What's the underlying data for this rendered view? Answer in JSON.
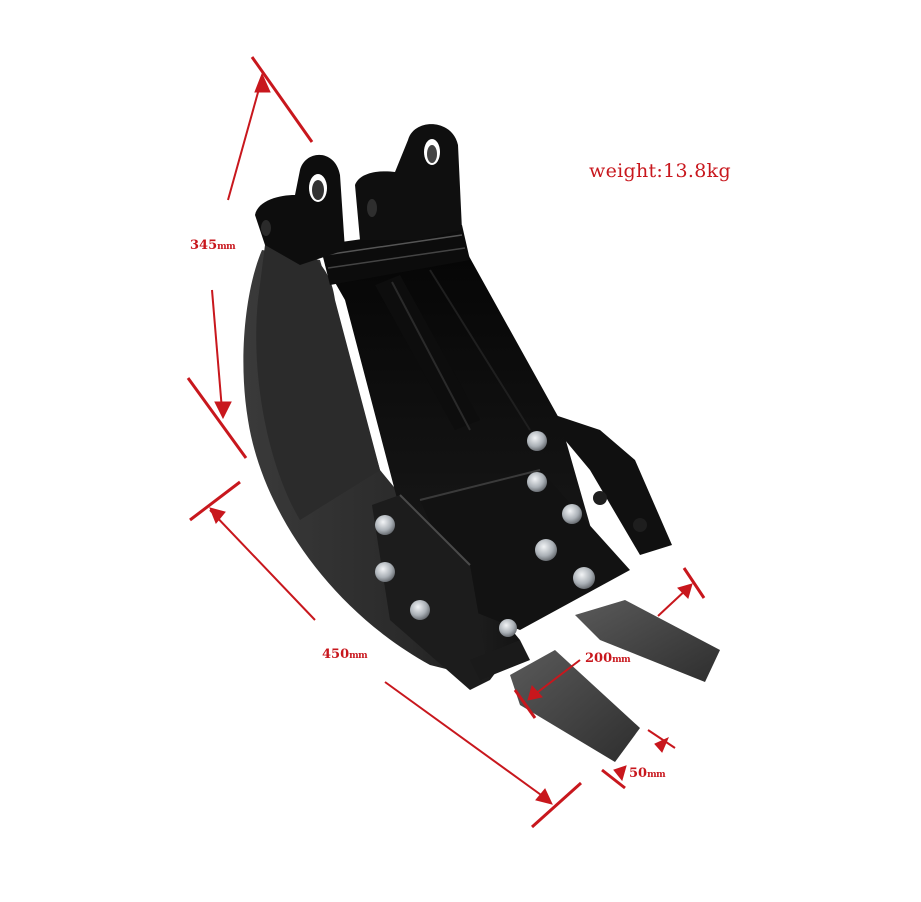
{
  "image": {
    "subject": "mini excavator digging bucket with two teeth",
    "background_color": "#ffffff",
    "accent_color": "#c8171d"
  },
  "annotations": {
    "weight": "weight:13.8kg",
    "height_value": "345",
    "height_unit": "mm",
    "length_value": "450",
    "length_unit": "mm",
    "width_value": "200",
    "width_unit": "mm",
    "tooth_value": "50",
    "tooth_unit": "mm"
  }
}
